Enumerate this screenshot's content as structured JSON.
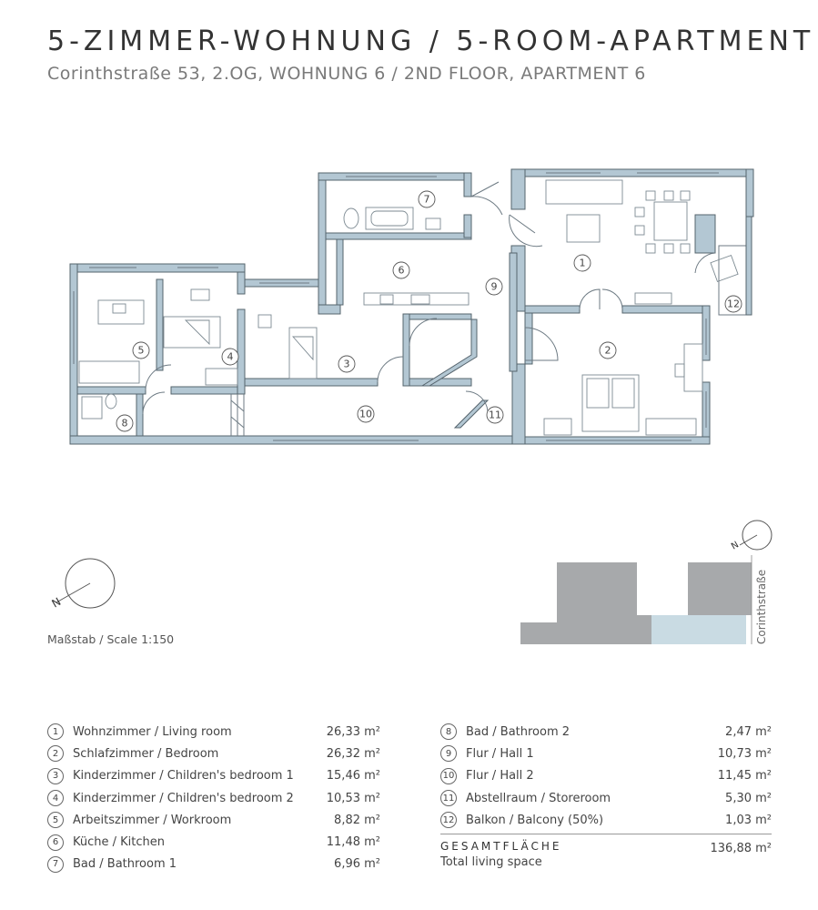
{
  "header": {
    "title": "5-ZIMMER-WOHNUNG / 5-ROOM-APARTMENT",
    "subtitle": "Corinthstraße 53, 2.OG, WOHNUNG 6 / 2ND FLOOR, APARTMENT 6"
  },
  "plan": {
    "room_markers": [
      "1",
      "2",
      "3",
      "4",
      "5",
      "6",
      "7",
      "8",
      "9",
      "10",
      "11",
      "12"
    ],
    "wall_color": "#b3c7d3",
    "wall_stroke": "#56646d",
    "north_label": "N"
  },
  "site": {
    "street": "Corinthstraße",
    "building_color": "#a7a9ab",
    "apartment_color": "#c9dbe3",
    "north_label": "N"
  },
  "scale": "Maßstab / Scale 1:150",
  "legend": {
    "left": [
      {
        "n": "1",
        "name": "Wohnzimmer / Living room",
        "area": "26,33 m²"
      },
      {
        "n": "2",
        "name": "Schlafzimmer / Bedroom",
        "area": "26,32 m²"
      },
      {
        "n": "3",
        "name": "Kinderzimmer / Children's bedroom 1",
        "area": "15,46 m²"
      },
      {
        "n": "4",
        "name": "Kinderzimmer / Children's bedroom 2",
        "area": "10,53 m²"
      },
      {
        "n": "5",
        "name": "Arbeitszimmer / Workroom",
        "area": "8,82 m²"
      },
      {
        "n": "6",
        "name": "Küche / Kitchen",
        "area": "11,48 m²"
      },
      {
        "n": "7",
        "name": "Bad / Bathroom 1",
        "area": "6,96 m²"
      }
    ],
    "right": [
      {
        "n": "8",
        "name": "Bad / Bathroom  2",
        "area": "2,47 m²"
      },
      {
        "n": "9",
        "name": "Flur / Hall 1",
        "area": "10,73 m²"
      },
      {
        "n": "10",
        "name": "Flur / Hall 2",
        "area": "11,45 m²"
      },
      {
        "n": "11",
        "name": "Abstellraum / Storeroom",
        "area": "5,30 m²"
      },
      {
        "n": "12",
        "name": "Balkon / Balcony (50%)",
        "area": "1,03 m²"
      }
    ]
  },
  "total": {
    "label": "GESAMTFLÄCHE",
    "sub": "Total living space",
    "area": "136,88 m²"
  }
}
